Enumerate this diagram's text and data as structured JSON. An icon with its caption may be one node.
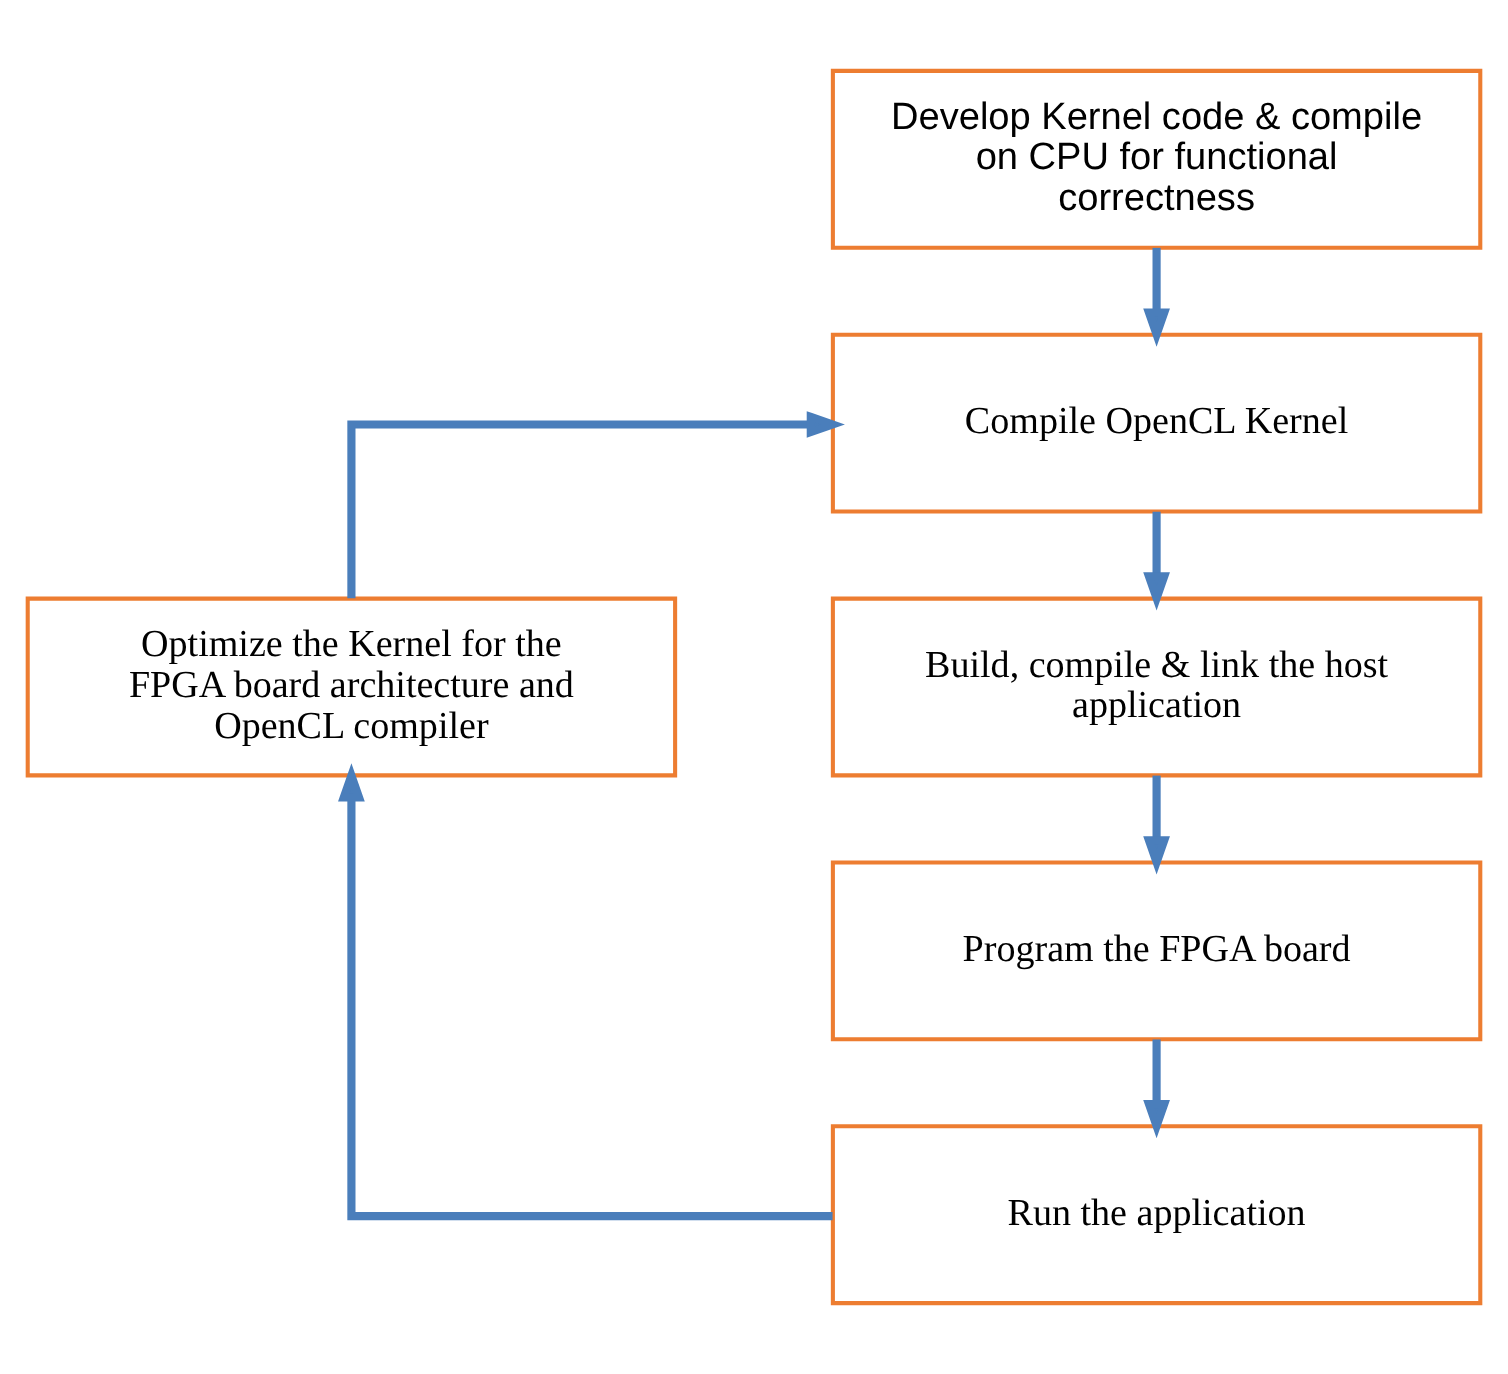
{
  "diagram": {
    "nodes": [
      {
        "text": [
          "Develop Kernel code & compile on CPU for functional correctness"
        ]
      },
      {
        "text": [
          "Compile OpenCL Kernel"
        ]
      },
      {
        "text": [
          "Build, compile & link the host application"
        ]
      },
      {
        "text": [
          "Program the FPGA board"
        ]
      },
      {
        "text": [
          "Run the application"
        ]
      },
      {
        "text": [
          "Optimize the Kernel for the FPGA board architecture and OpenCL compiler"
        ]
      }
    ],
    "edges": [
      {
        "from": 0,
        "to": 1,
        "arrow": "to"
      },
      {
        "from": 1,
        "to": 2,
        "arrow": "to"
      },
      {
        "from": 2,
        "to": 3,
        "arrow": "to"
      },
      {
        "from": 3,
        "to": 4,
        "arrow": "to"
      },
      {
        "from": 4,
        "to": 5,
        "arrow": "to"
      },
      {
        "from": 5,
        "to": 1,
        "arrow": "to"
      }
    ]
  }
}
